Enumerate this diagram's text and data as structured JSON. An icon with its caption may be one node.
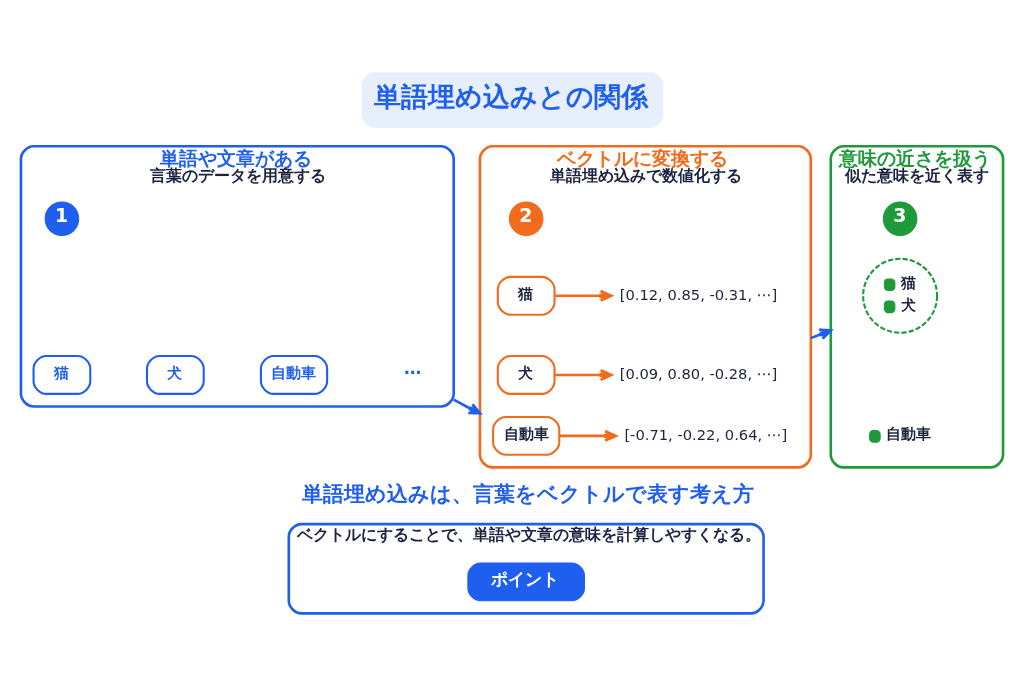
{
  "diagram": {
    "title": "単語埋め込みとの関係",
    "nodes": [
      {
        "text": [
          "単語や文章がある",
          "言葉のデータを用意する"
        ]
      },
      {
        "text": [
          "1"
        ],
        "in": 0
      },
      {
        "text": [
          "猫"
        ],
        "in": 0
      },
      {
        "text": [
          "犬"
        ],
        "in": 0
      },
      {
        "text": [
          "自動車"
        ],
        "in": 0
      },
      {
        "text": [
          "ベクトルに変換する",
          "単語埋め込みで数値化する"
        ]
      },
      {
        "text": [
          "2"
        ],
        "in": 5
      },
      {
        "text": [
          "猫"
        ],
        "in": 5
      },
      {
        "text": [
          "[0.12, 0.85, -0.31, ⋯]"
        ],
        "in": 5
      },
      {
        "text": [
          "犬"
        ],
        "in": 5
      },
      {
        "text": [
          "[0.09, 0.80, -0.28, ⋯]"
        ],
        "in": 5
      },
      {
        "text": [
          "自動車"
        ],
        "in": 5
      },
      {
        "text": [
          "[-0.71, -0.22, 0.64, ⋯]"
        ],
        "in": 5
      },
      {
        "text": [
          "意味の近さを扱う",
          "似た意味を近く表す"
        ]
      },
      {
        "text": [
          "3"
        ],
        "in": 13
      },
      {
        "text": [
          "猫",
          "犬"
        ],
        "in": 13
      },
      {
        "text": [
          "ベクトルにすることで、単語や文章の意味を計算しやすくなる。"
        ]
      },
      {
        "text": [
          "ポイント"
        ],
        "in": 16
      }
    ],
    "edges": [
      {
        "from": 0,
        "to": 5,
        "arrow": "to",
        "color": "#1f5fef"
      },
      {
        "from": 7,
        "to": 8,
        "arrow": "to"
      },
      {
        "from": 9,
        "to": 10,
        "arrow": "to"
      },
      {
        "from": 11,
        "to": 12,
        "arrow": "to"
      },
      {
        "from": 5,
        "to": 13,
        "arrow": "to",
        "color": "#1f5fef"
      }
    ],
    "labels": [
      "⋯",
      "自動車",
      "単語埋め込みは、言葉をベクトルで表す考え方"
    ]
  }
}
